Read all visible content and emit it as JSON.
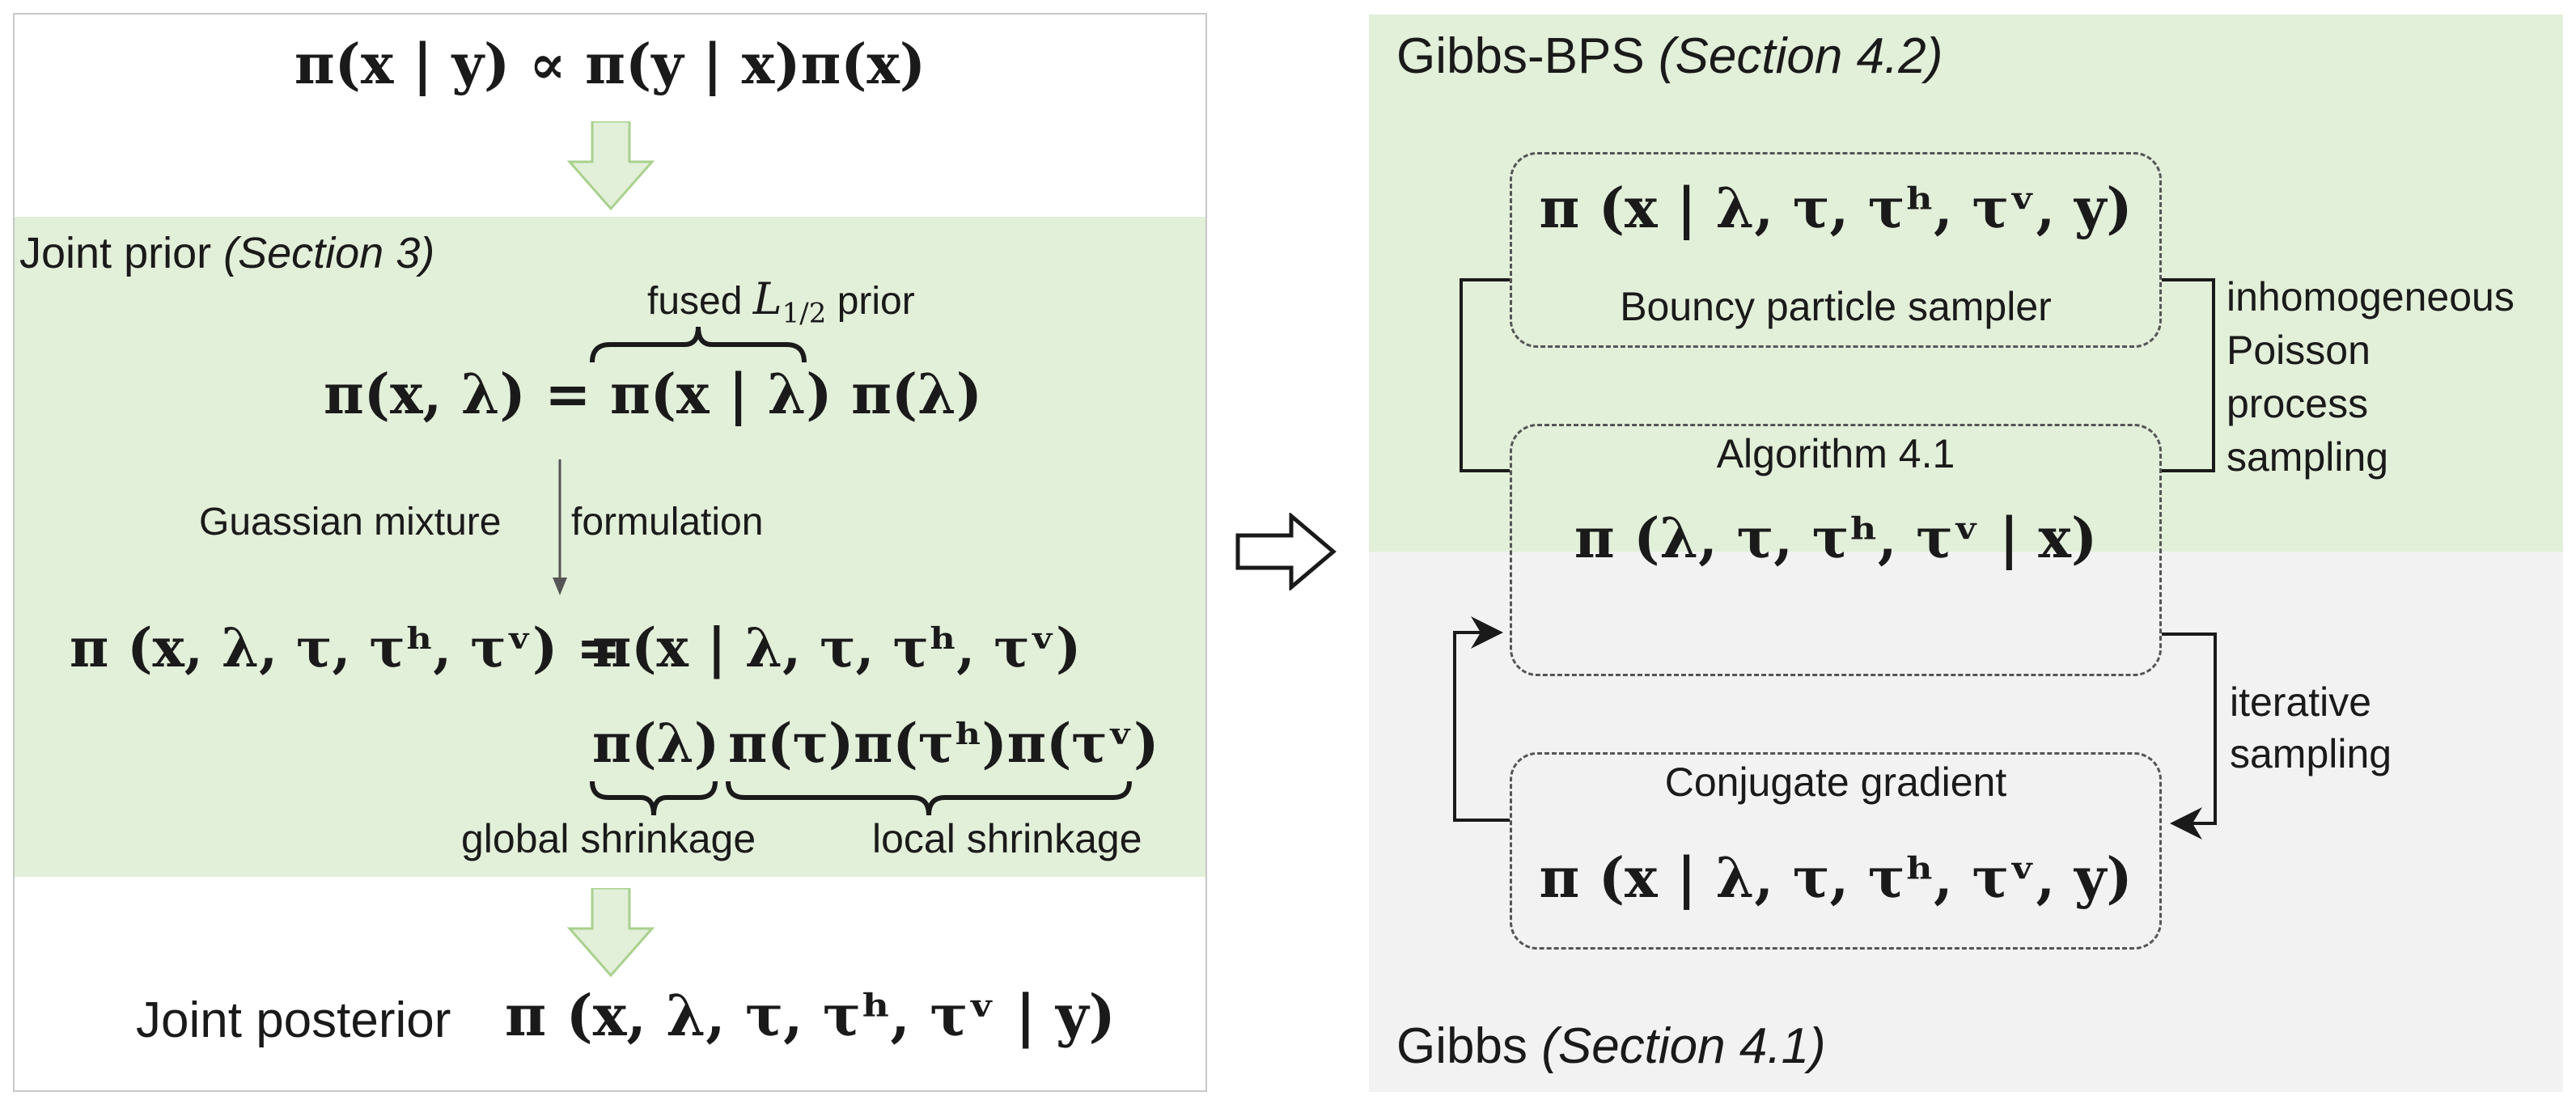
{
  "left": {
    "bayes_rule": "π(x | y) ∝ π(y | x)π(x)",
    "joint_prior_label": "Joint prior",
    "joint_prior_section": "(Section 3)",
    "fused_prior_label": "fused",
    "fused_prior_sym": "L",
    "fused_prior_sub": "1/2",
    "fused_prior_suffix": "prior",
    "prior_lhs": "π(x, λ) =",
    "prior_term1": "π(x | λ)",
    "prior_term2": "π(λ)",
    "arrow_label_left": "Guassian mixture",
    "arrow_label_right": "formulation",
    "mixture_lhs": "π (x, λ, τ, τʰ, τᵛ) =",
    "mixture_rhs": "π(x | λ, τ, τʰ, τᵛ)",
    "mixture_term_global": "π(λ)",
    "mixture_term_local": "π(τ)π(τʰ)π(τᵛ)",
    "global_shrinkage": "global shrinkage",
    "local_shrinkage": "local shrinkage",
    "posterior_label": "Joint posterior",
    "posterior_expr": "π (x, λ, τ, τʰ, τᵛ | y)"
  },
  "right": {
    "gibbs_bps_label": "Gibbs-BPS",
    "gibbs_bps_section": "(Section 4.2)",
    "gibbs_label": "Gibbs",
    "gibbs_section": "(Section 4.1)",
    "top_box_expr": "π (x | λ, τ, τʰ, τᵛ, y)",
    "top_box_label": "Bouncy particle sampler",
    "mid_box_label": "Algorithm 4.1",
    "mid_box_expr": "π (λ, τ, τʰ, τᵛ | x)",
    "bottom_box_label": "Conjugate gradient",
    "bottom_box_expr": "π (x | λ, τ, τʰ, τᵛ, y)",
    "ipp_line1": "inhomogeneous",
    "ipp_line2": "Poisson",
    "ipp_line3": "process",
    "ipp_line4": "sampling",
    "iter_line1": "iterative",
    "iter_line2": "sampling"
  },
  "colors": {
    "green_fill": "#e2efd9",
    "gray_fill": "#f2f2f2",
    "arrow_fill": "#e2efd9",
    "arrow_stroke": "#a9d18e"
  }
}
